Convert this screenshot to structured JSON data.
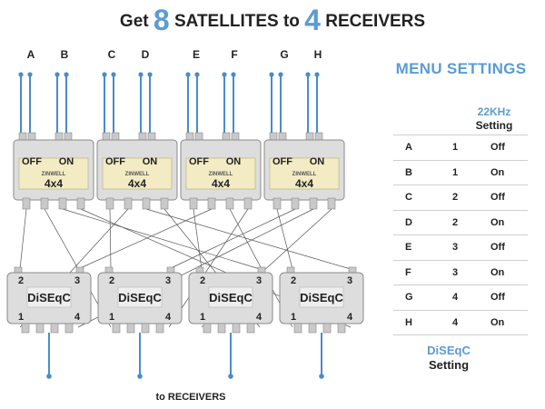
{
  "title": {
    "prefix": "Get",
    "satellite_count": "8",
    "satellites_word": "SATELLITES to",
    "receiver_count": "4",
    "receivers_word": "RECEIVERS"
  },
  "inputs": [
    "A",
    "B",
    "C",
    "D",
    "E",
    "F",
    "G",
    "H"
  ],
  "switches": [
    {
      "off": "OFF",
      "on": "ON",
      "brand": "ZINWELL",
      "size": "4x4"
    },
    {
      "off": "OFF",
      "on": "ON",
      "brand": "ZINWELL",
      "size": "4x4"
    },
    {
      "off": "OFF",
      "on": "ON",
      "brand": "ZINWELL",
      "size": "4x4"
    },
    {
      "off": "OFF",
      "on": "ON",
      "brand": "ZINWELL",
      "size": "4x4"
    }
  ],
  "diseqc_units": [
    {
      "label": "DiSEqC",
      "ports": [
        "1",
        "2",
        "3",
        "4"
      ]
    },
    {
      "label": "DiSEqC",
      "ports": [
        "1",
        "2",
        "3",
        "4"
      ]
    },
    {
      "label": "DiSEqC",
      "ports": [
        "1",
        "2",
        "3",
        "4"
      ]
    },
    {
      "label": "DiSEqC",
      "ports": [
        "1",
        "2",
        "3",
        "4"
      ]
    }
  ],
  "receivers_label": "to RECEIVERS",
  "menu": {
    "title": "MENU SETTINGS",
    "tone_head_line1": "22KHz",
    "tone_head_line2": "Setting",
    "diseqc_head_line1": "DiSEqC",
    "diseqc_head_line2": "Setting",
    "rows": [
      {
        "input": "A",
        "diseqc": "1",
        "tone": "Off"
      },
      {
        "input": "B",
        "diseqc": "1",
        "tone": "On"
      },
      {
        "input": "C",
        "diseqc": "2",
        "tone": "Off"
      },
      {
        "input": "D",
        "diseqc": "2",
        "tone": "On"
      },
      {
        "input": "E",
        "diseqc": "3",
        "tone": "Off"
      },
      {
        "input": "F",
        "diseqc": "3",
        "tone": "On"
      },
      {
        "input": "G",
        "diseqc": "4",
        "tone": "Off"
      },
      {
        "input": "H",
        "diseqc": "4",
        "tone": "On"
      }
    ]
  },
  "colors": {
    "accent": "#5b9bd5",
    "cable": "#4a8cc9",
    "wire": "#555555",
    "device_body": "#dddddd",
    "switch_label": "#f2ebc4"
  }
}
